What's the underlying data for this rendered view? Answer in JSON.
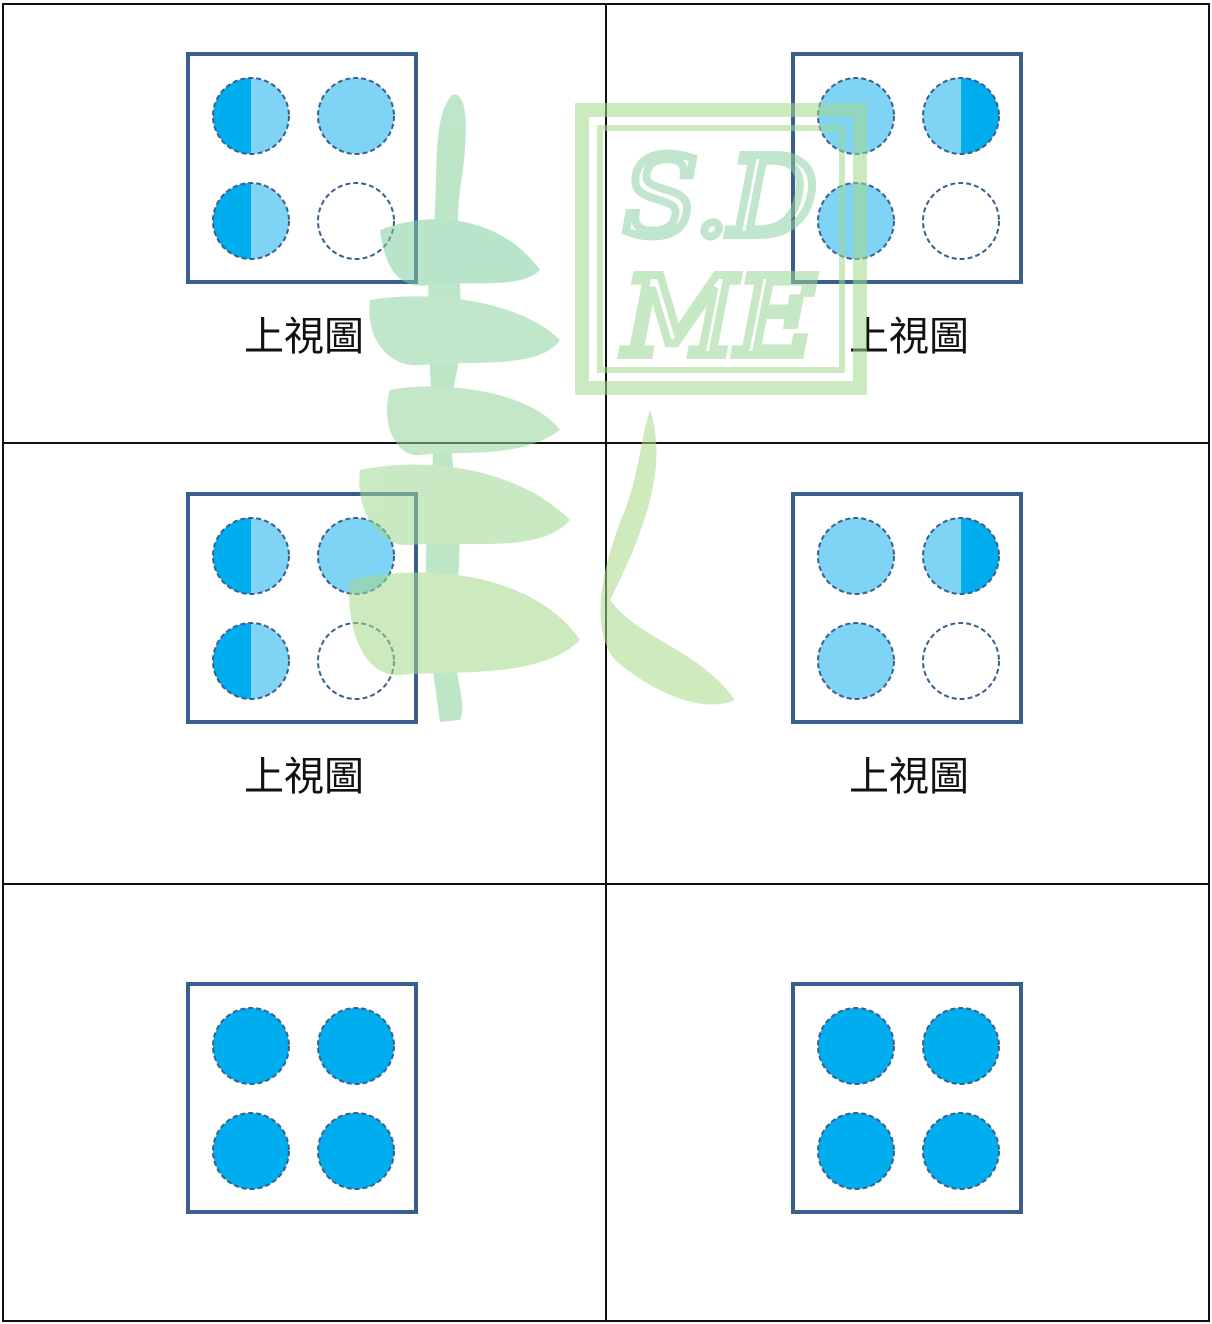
{
  "colors": {
    "box_border": "#3b5f8c",
    "hole_filled": "#00adef",
    "hole_light": "#7fd4f6",
    "hole_outline": "#3b5f8c",
    "grid_line": "#111111",
    "watermark_green": "#a5d98a",
    "watermark_teal": "#6fd0b6"
  },
  "cells": [
    {
      "caption": "上視圖",
      "holes": [
        {
          "state": "left-half"
        },
        {
          "state": "light"
        },
        {
          "state": "left-half"
        },
        {
          "state": "empty"
        }
      ]
    },
    {
      "caption": "上視圖",
      "holes": [
        {
          "state": "light"
        },
        {
          "state": "right-half"
        },
        {
          "state": "light"
        },
        {
          "state": "empty"
        }
      ]
    },
    {
      "caption": "上視圖",
      "holes": [
        {
          "state": "left-half"
        },
        {
          "state": "light"
        },
        {
          "state": "left-half"
        },
        {
          "state": "empty"
        }
      ]
    },
    {
      "caption": "上視圖",
      "holes": [
        {
          "state": "light"
        },
        {
          "state": "right-half"
        },
        {
          "state": "light"
        },
        {
          "state": "empty"
        }
      ]
    },
    {
      "caption": "",
      "holes": [
        {
          "state": "filled"
        },
        {
          "state": "filled"
        },
        {
          "state": "filled"
        },
        {
          "state": "filled"
        }
      ]
    },
    {
      "caption": "",
      "holes": [
        {
          "state": "filled"
        },
        {
          "state": "filled"
        },
        {
          "state": "filled"
        },
        {
          "state": "filled"
        }
      ]
    }
  ],
  "watermark": {
    "seal_text": "S.D ME"
  }
}
